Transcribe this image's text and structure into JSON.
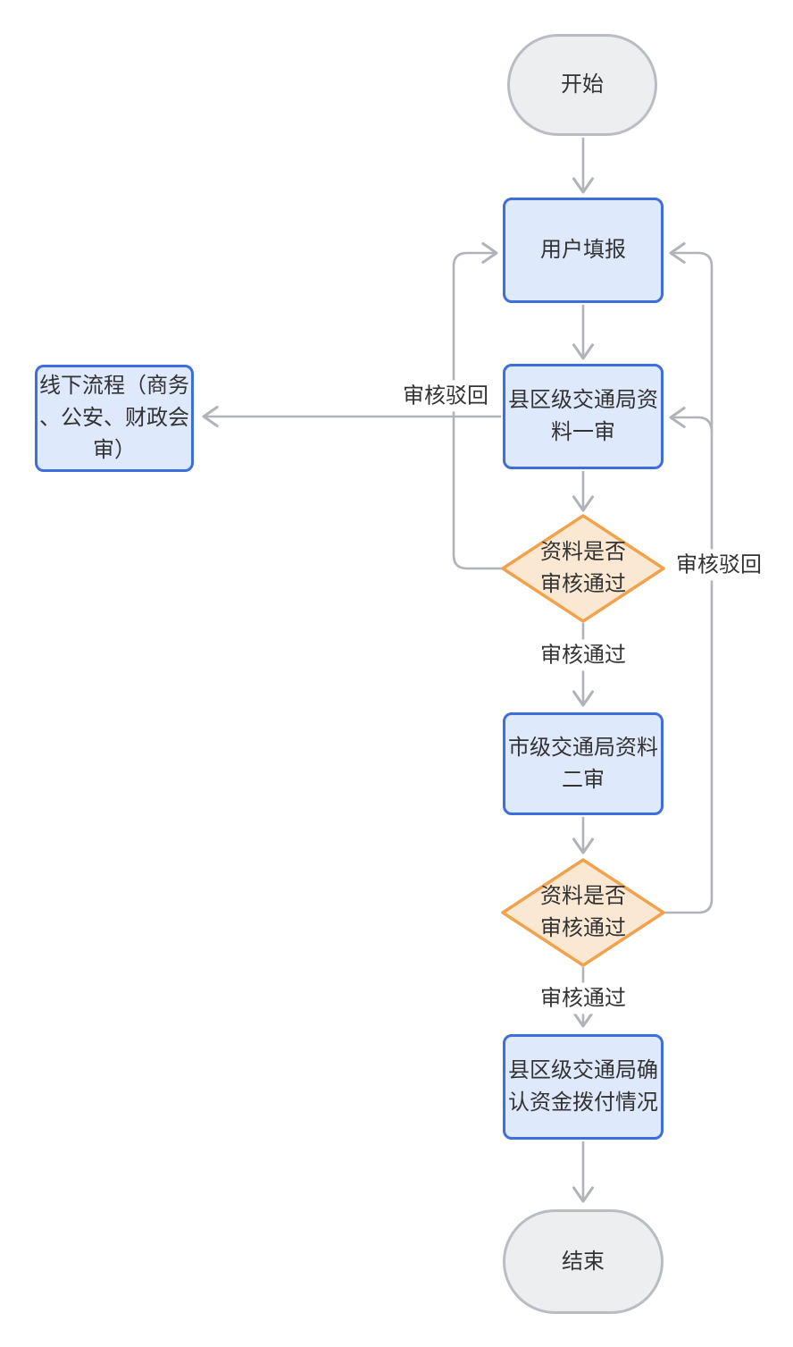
{
  "diagram": {
    "type": "flowchart",
    "direction": "top-down",
    "nodes": [
      {
        "id": "start",
        "shape": "stadium",
        "label": "开始"
      },
      {
        "id": "user-fill",
        "shape": "rect",
        "label": "用户填报"
      },
      {
        "id": "county-first-review",
        "shape": "rect",
        "label": "县区级交通局资\n料一审"
      },
      {
        "id": "offline-process",
        "shape": "rect",
        "label": "线下流程（商务\n、公安、财政会\n审）"
      },
      {
        "id": "decision-first",
        "shape": "diamond",
        "label": "资料是否\n审核通过"
      },
      {
        "id": "city-second-review",
        "shape": "rect",
        "label": "市级交通局资料\n二审"
      },
      {
        "id": "decision-second",
        "shape": "diamond",
        "label": "资料是否\n审核通过"
      },
      {
        "id": "county-confirm-funds",
        "shape": "rect",
        "label": "县区级交通局确\n认资金拨付情况"
      },
      {
        "id": "end",
        "shape": "stadium",
        "label": "结束"
      }
    ],
    "edges": [
      {
        "from": "start",
        "to": "user-fill",
        "label": ""
      },
      {
        "from": "user-fill",
        "to": "county-first-review",
        "label": ""
      },
      {
        "from": "county-first-review",
        "to": "offline-process",
        "label": ""
      },
      {
        "from": "county-first-review",
        "to": "decision-first",
        "label": ""
      },
      {
        "from": "decision-first",
        "to": "user-fill",
        "label": "审核驳回"
      },
      {
        "from": "decision-first",
        "to": "city-second-review",
        "label": "审核通过"
      },
      {
        "from": "city-second-review",
        "to": "decision-second",
        "label": ""
      },
      {
        "from": "decision-second",
        "to": "county-first-review",
        "label": "审核驳回"
      },
      {
        "from": "decision-second",
        "to": "user-fill",
        "label": ""
      },
      {
        "from": "decision-second",
        "to": "county-confirm-funds",
        "label": "审核通过"
      },
      {
        "from": "county-confirm-funds",
        "to": "end",
        "label": ""
      }
    ],
    "colors": {
      "process_fill": "#dee9fc",
      "process_border": "#3d6edb",
      "decision_fill": "#fae8d3",
      "decision_border": "#f0a24c",
      "terminal_fill": "#eceef0",
      "terminal_border": "#b9bdc3",
      "edge_line": "#b0b4ba",
      "text": "#333333",
      "background": "#ffffff"
    }
  }
}
